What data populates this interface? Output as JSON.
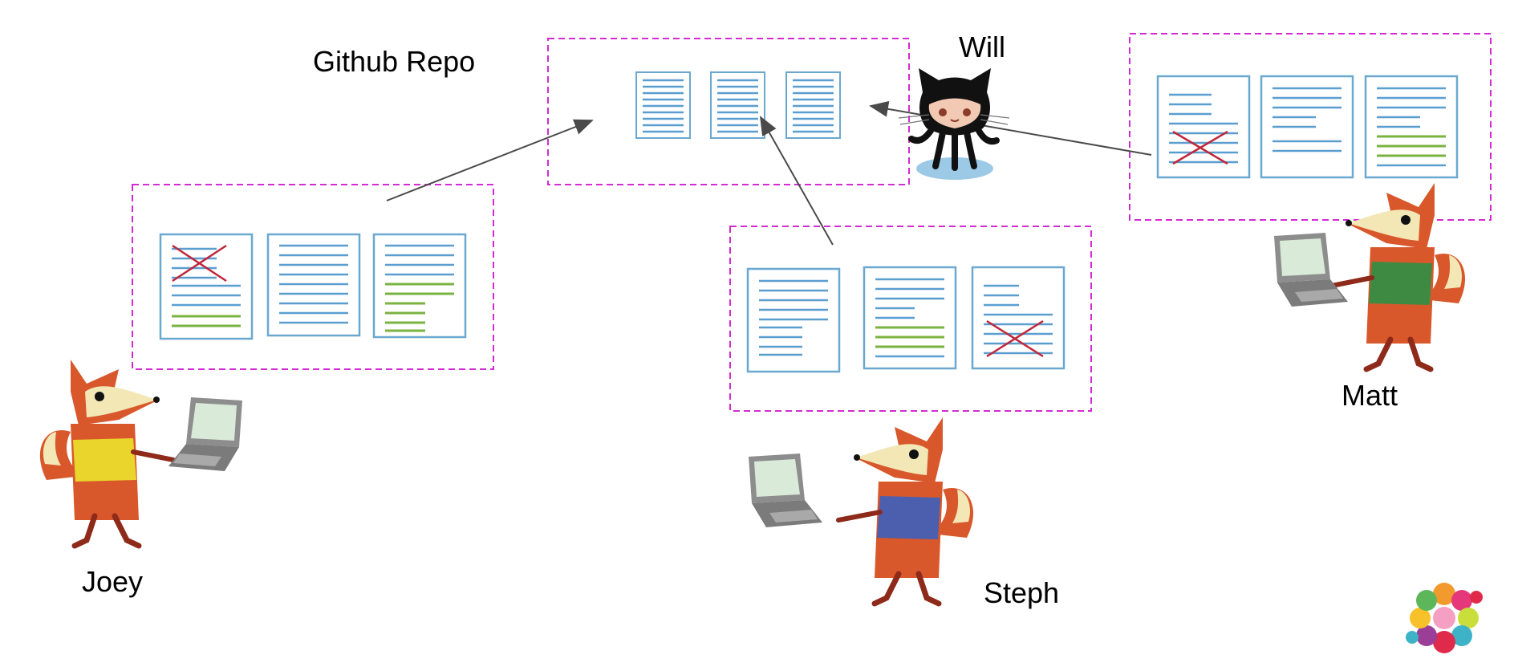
{
  "labels": {
    "repo": "Github Repo",
    "will": "Will",
    "joey": "Joey",
    "steph": "Steph",
    "matt": "Matt"
  },
  "colors": {
    "box_border": "#d22bd2",
    "doc_border": "#6aa8cf",
    "text_line_blue": "#5a9ed0",
    "text_line_dark": "#41729a",
    "text_line_green": "#7ab342",
    "strike_red": "#c0263a",
    "arrow": "#4a4a4a",
    "fox_orange": "#d9582b",
    "fox_face": "#f3e7b6",
    "sweater_joey": "#e9d52b",
    "sweater_steph": "#4b5fae",
    "sweater_matt": "#3f8a43",
    "laptop": "#8d8d8d",
    "laptop_screen": "#d9ead9"
  },
  "icons": [
    "octocat-icon",
    "fox-icon",
    "laptop-icon",
    "document-icon",
    "strike-x-icon",
    "logo-icon"
  ]
}
